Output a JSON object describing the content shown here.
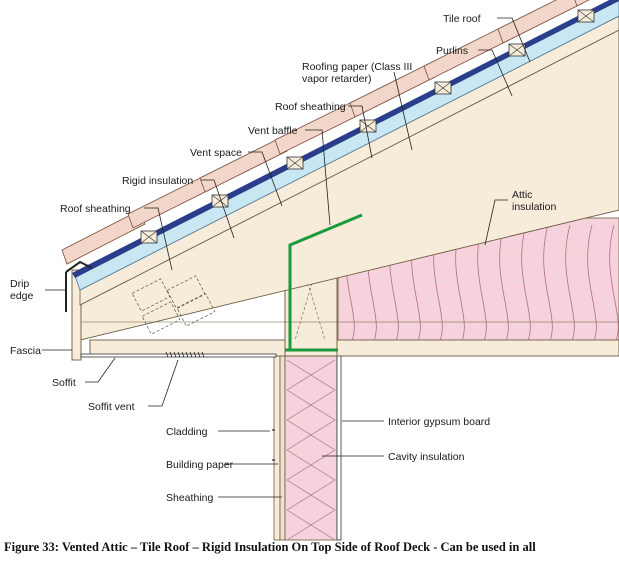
{
  "labels": {
    "tile_roof": "Tile roof",
    "purlins": "Purlins",
    "roofing_paper_line1": "Roofing paper (Class III",
    "roofing_paper_line2": "vapor retarder)",
    "roof_sheathing_upper": "Roof sheathing",
    "vent_baffle": "Vent baffle",
    "vent_space": "Vent space",
    "rigid_insulation": "Rigid insulation",
    "roof_sheathing_lower": "Roof sheathing",
    "attic_insulation_line1": "Attic",
    "attic_insulation_line2": "insulation",
    "drip_edge_line1": "Drip",
    "drip_edge_line2": "edge",
    "fascia": "Fascia",
    "soffit": "Soffit",
    "soffit_vent": "Soffit vent",
    "interior_gypsum_board": "Interior gypsum board",
    "cladding": "Cladding",
    "building_paper": "Building paper",
    "cavity_insulation": "Cavity insulation",
    "sheathing": "Sheathing"
  },
  "caption": "Figure 33: Vented Attic – Tile Roof – Rigid Insulation On Top Side of Roof Deck - Can be used in all",
  "colors": {
    "tile": "#f2d7c8",
    "tile_stroke": "#7a4a3a",
    "rigid_insulation": "#c9e7f3",
    "roofing_paper": "#2b3e8c",
    "wood": "#f7ebd9",
    "wood_stroke": "#6b5a40",
    "batt_insulation": "#f6d3dc",
    "batt_lines": "#b07080",
    "vent_baffle": "#1a9a3a",
    "line": "#222222"
  }
}
